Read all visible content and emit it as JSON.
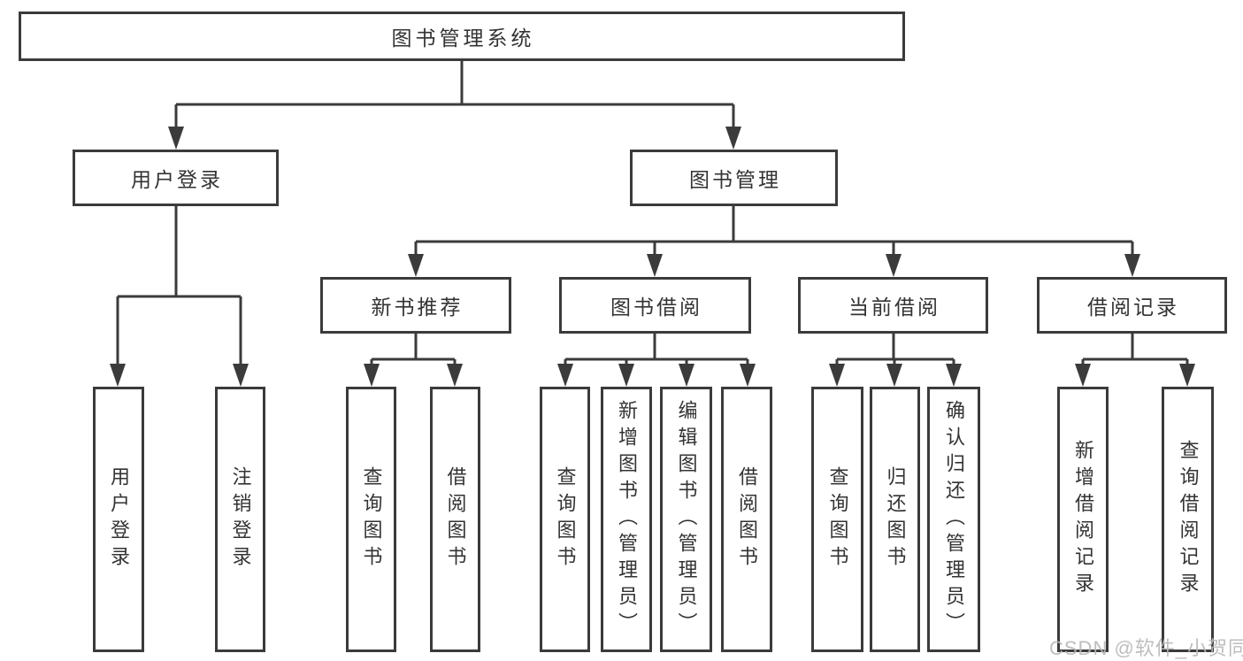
{
  "diagram": {
    "title": "图书管理系统",
    "root": {
      "label": "图书管理系统"
    },
    "level2": [
      {
        "label": "用户登录"
      },
      {
        "label": "图书管理"
      }
    ],
    "level3": [
      {
        "label": "新书推荐"
      },
      {
        "label": "图书借阅"
      },
      {
        "label": "当前借阅"
      },
      {
        "label": "借阅记录"
      }
    ],
    "leaves": [
      {
        "label": "用户登录",
        "parent": "用户登录"
      },
      {
        "label": "注销登录",
        "parent": "用户登录"
      },
      {
        "label": "查询图书",
        "parent": "新书推荐"
      },
      {
        "label": "借阅图书",
        "parent": "新书推荐"
      },
      {
        "label": "查询图书",
        "parent": "图书借阅"
      },
      {
        "label": "新增图书（管理员）",
        "parent": "图书借阅"
      },
      {
        "label": "编辑图书（管理员）",
        "parent": "图书借阅"
      },
      {
        "label": "借阅图书",
        "parent": "图书借阅"
      },
      {
        "label": "查询图书",
        "parent": "当前借阅"
      },
      {
        "label": "归还图书",
        "parent": "当前借阅"
      },
      {
        "label": "确认归还（管理员）",
        "parent": "当前借阅"
      },
      {
        "label": "新增借阅记录",
        "parent": "借阅记录"
      },
      {
        "label": "查询借阅记录",
        "parent": "借阅记录"
      }
    ]
  },
  "watermark": {
    "text": "CSDN @软件_小贺同学"
  },
  "colors": {
    "line": "#3b3b3b",
    "border": "#3b3b3b",
    "text": "#333333",
    "background": "#ffffff",
    "watermark": "#b9b9b9"
  }
}
